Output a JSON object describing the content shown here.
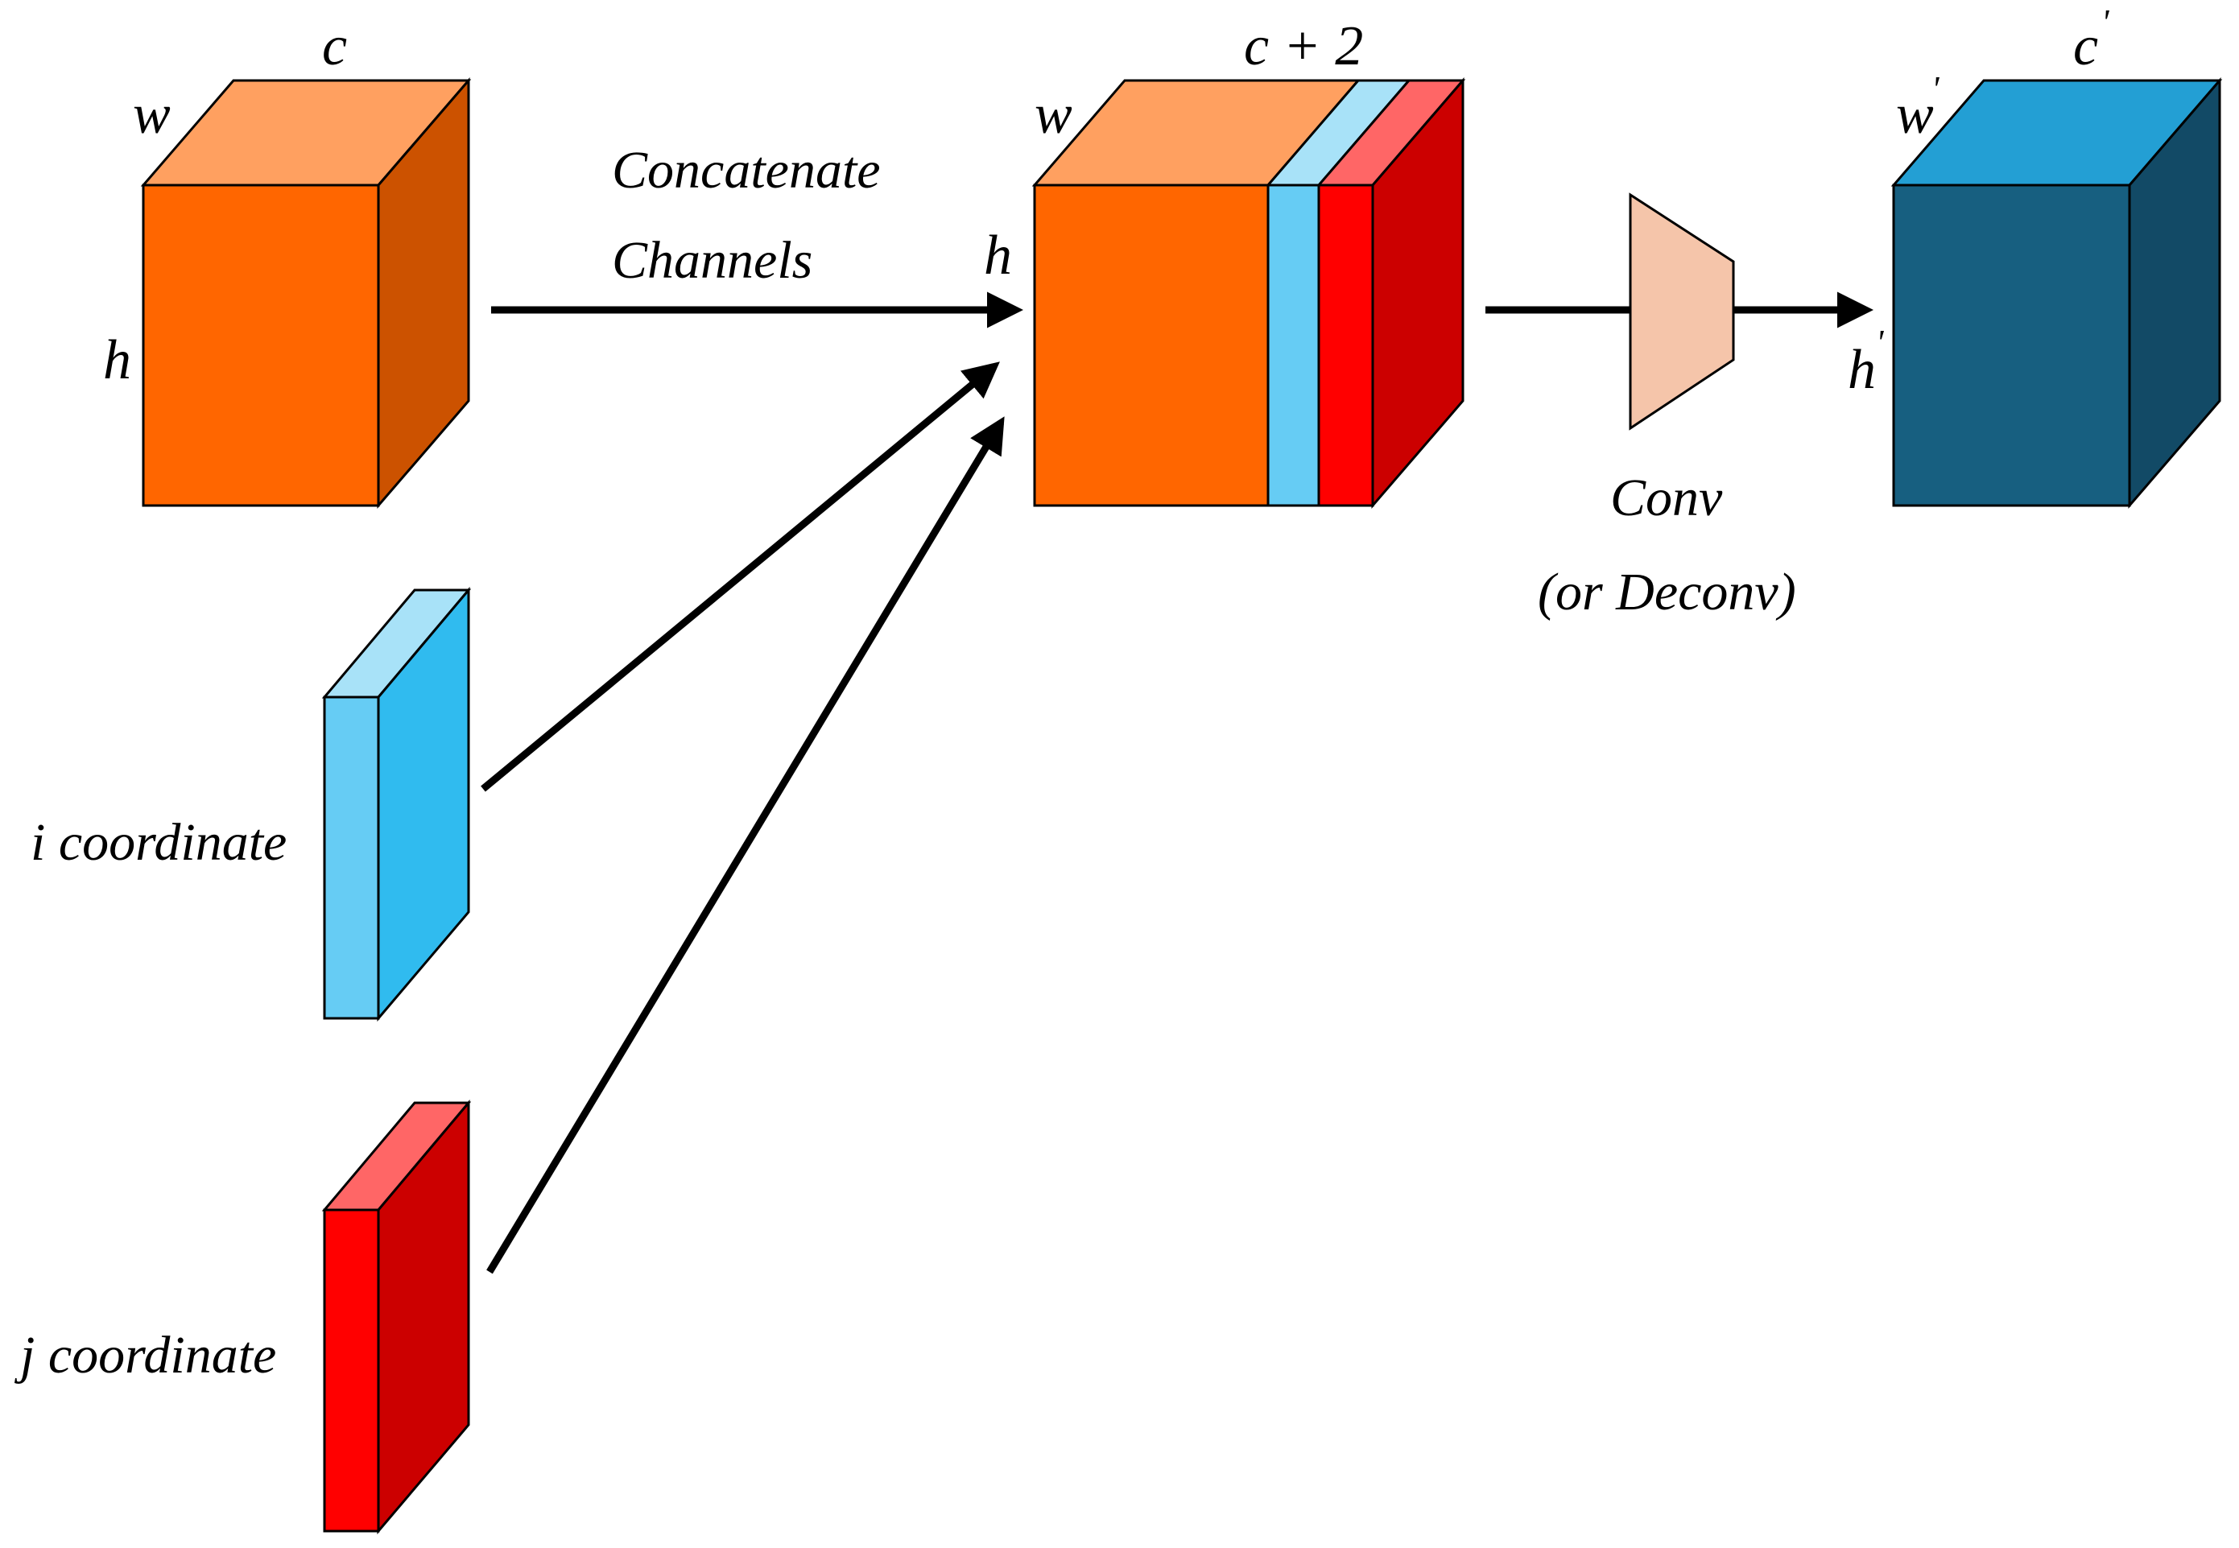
{
  "labels": {
    "input_w": "w",
    "input_c": "c",
    "input_h": "h",
    "concat_line1": "Concatenate",
    "concat_line2": "Channels",
    "i_coord": "i coordinate",
    "j_coord": "j coordinate",
    "mid_w": "w",
    "mid_c2": "c + 2",
    "mid_h": "h",
    "conv_line1": "Conv",
    "conv_line2": "(or Deconv)",
    "out_w": "w",
    "out_c": "c",
    "out_h": "h",
    "prime": "'"
  },
  "colors": {
    "orange_front": "#FF6600",
    "orange_top": "#FFA060",
    "orange_side": "#CC5200",
    "blue_front": "#66CCF4",
    "blue_top": "#A8E2F8",
    "blue_side": "#30BBEF",
    "red_front": "#FF0000",
    "red_top": "#FF6666",
    "red_side": "#CC0000",
    "teal_front": "#175F80",
    "teal_top": "#239FD4",
    "teal_side": "#124A66",
    "conv_fill": "#F5C5AA"
  }
}
